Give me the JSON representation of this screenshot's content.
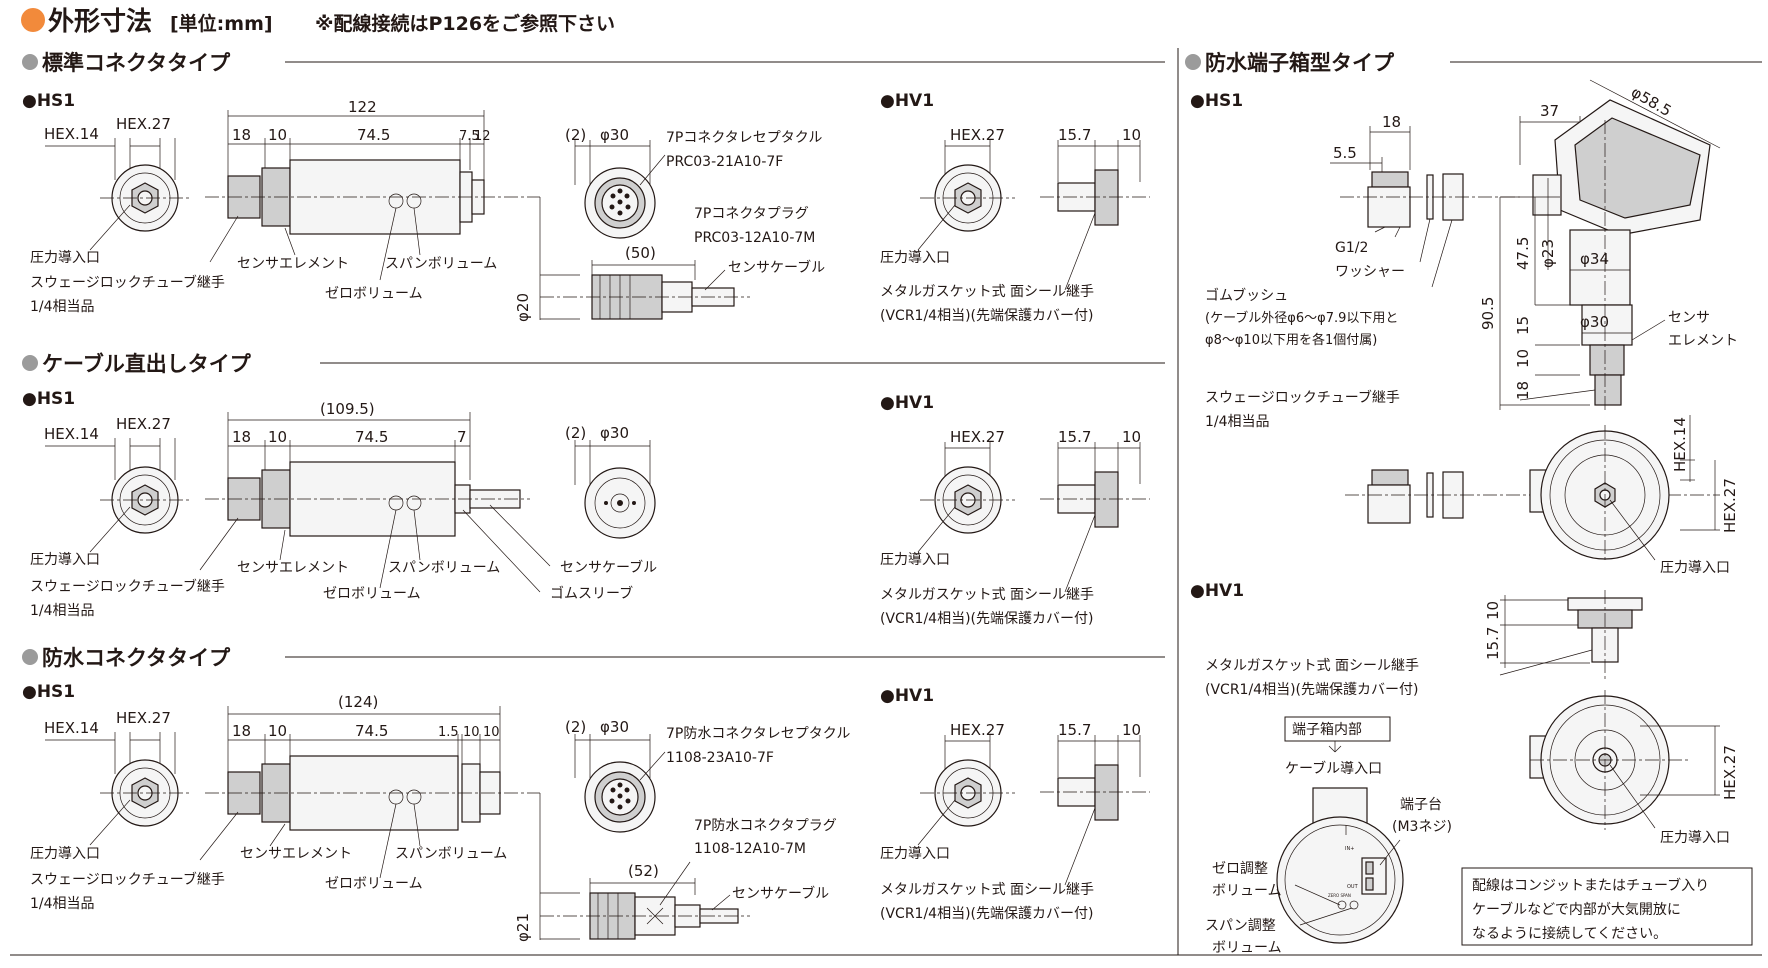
{
  "header": {
    "title": "外形寸法",
    "unit": "[単位:mm]",
    "note": "※配線接続はP126をご参照下さい"
  },
  "sections": {
    "std": {
      "title": "標準コネクタタイプ"
    },
    "cable": {
      "title": "ケーブル直出しタイプ"
    },
    "wp": {
      "title": "防水コネクタタイプ"
    },
    "tb": {
      "title": "防水端子箱型タイプ"
    }
  },
  "models": {
    "hs1": "●HS1",
    "hv1": "●HV1"
  },
  "dims": {
    "hex14": "HEX.14",
    "hex27": "HEX.27",
    "d18": "18",
    "d10": "10",
    "d745": "74.5",
    "d75": "7.5",
    "d12": "12",
    "d122": "122",
    "d1095": "(109.5)",
    "d7": "7",
    "d124": "(124)",
    "d15": "1.5",
    "p2": "(2)",
    "phi30": "φ30",
    "phi20": "φ20",
    "phi21": "φ21",
    "d50": "(50)",
    "d52": "(52)",
    "d157": "15.7",
    "d55": "5.5",
    "g12": "G1/2",
    "d37": "37",
    "phi585": "φ58.5",
    "d475": "47.5",
    "phi23": "φ23",
    "phi34": "φ34",
    "d905": "90.5",
    "d15b": "15"
  },
  "labels": {
    "inlet": "圧力導入口",
    "swagelok": "スウェージロックチューブ継手",
    "quarter": "1/4相当品",
    "sensor": "センサエレメント",
    "span": "スパンボリューム",
    "zero": "ゼロボリューム",
    "std_rec1": "7Pコネクタレセプタクル",
    "std_rec2": "PRC03-21A10-7F",
    "std_plug1": "7Pコネクタプラグ",
    "std_plug2": "PRC03-12A10-7M",
    "sensor_cable": "センサケーブル",
    "metal1": "メタルガスケット式 面シール継手",
    "metal2": "(VCR1/4相当)(先端保護カバー付)",
    "rubber_sleeve": "ゴムスリーブ",
    "wp_rec1": "7P防水コネクタレセプタクル",
    "wp_rec2": "1108-23A10-7F",
    "wp_plug1": "7P防水コネクタプラグ",
    "wp_plug2": "1108-12A10-7M",
    "washer": "ワッシャー",
    "bush": "ゴムブッシュ",
    "bush2": "(ケーブル外径φ6～φ7.9以下用と",
    "bush3": "φ8～φ10以下用を各1個付属)",
    "sensor_a": "センサ",
    "sensor_b": "エレメント",
    "tb_inside": "端子箱内部",
    "cable_in": "ケーブル導入口",
    "term1": "端子台",
    "term2": "(M3ネジ)",
    "zero_adj1": "ゼロ調整",
    "zero_adj2": "ボリューム",
    "span_adj1": "スパン調整",
    "span_adj2": "ボリューム",
    "note1": "配線はコンジットまたはチューブ入り",
    "note2": "ケーブルなどで内部が大気開放に",
    "note3": "なるように接続してください。",
    "pcb1": "IN+",
    "pcb2": "OUT",
    "pcb3": "ZERO SPAN"
  },
  "colors": {
    "accent": "#f28a3b",
    "ink": "#231815",
    "bullet": "#9b9b9b"
  }
}
